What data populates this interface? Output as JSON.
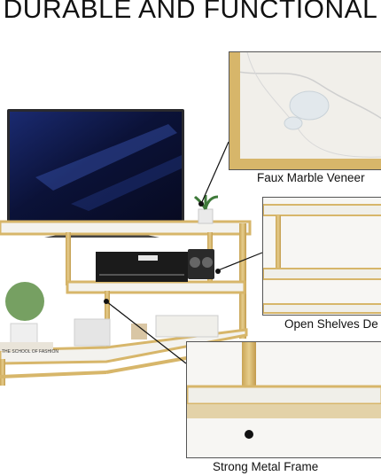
{
  "headline": "DURABLE AND FUNCTIONAL",
  "captions": {
    "marble": "Faux Marble Veneer",
    "shelves": "Open Shelves De",
    "frame": "Strong Metal Frame"
  },
  "product_labels": {
    "book_spine": "THE SCHOOL OF FASHION"
  },
  "colors": {
    "gold": "#d7b66a",
    "marble": "#f3f2ee",
    "tv_screen": "#0d1640"
  }
}
